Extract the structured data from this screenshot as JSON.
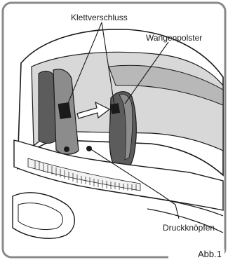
{
  "labels": {
    "velcro": "Klettverschluss",
    "cheek_pad": "Wangenpolster",
    "snaps": "Druckknöpfen"
  },
  "caption": "Abb.1",
  "colors": {
    "frame": "#8a8a8a",
    "line": "#1a1a1a",
    "pad_dark": "#5c5c5c",
    "pad_mid": "#8c8c8c",
    "pad_light": "#b8b8b8",
    "liner": "#d8d8d8"
  }
}
